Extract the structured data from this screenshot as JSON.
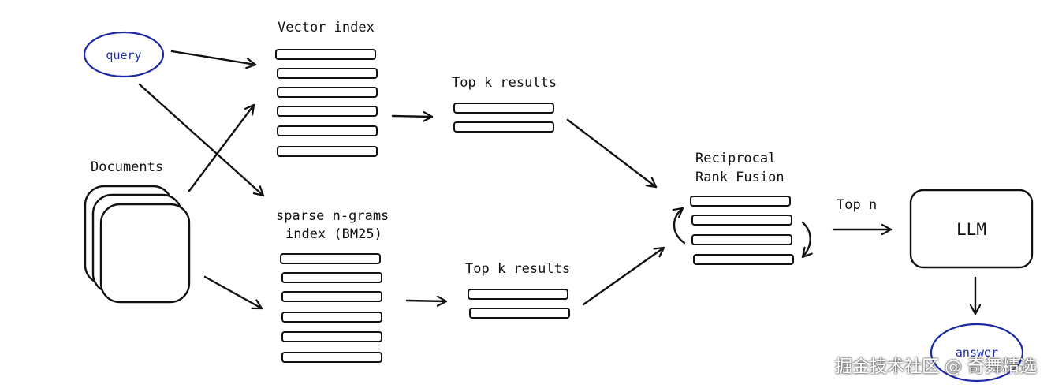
{
  "nodes": {
    "query": "query",
    "documents": "Documents",
    "vector_index": "Vector index",
    "sparse_index_line1": "sparse n-grams",
    "sparse_index_line2": "index (BM25)",
    "top_k_upper": "Top k results",
    "top_k_lower": "Top k results",
    "rrf_line1": "Reciprocal",
    "rrf_line2": "Rank Fusion",
    "top_n": "Top n",
    "llm": "LLM",
    "answer": "answer"
  },
  "watermark": "掘金技术社区 @ 奇舞精选",
  "colors": {
    "ink": "#111111",
    "query_blue": "#1b2aa3"
  }
}
